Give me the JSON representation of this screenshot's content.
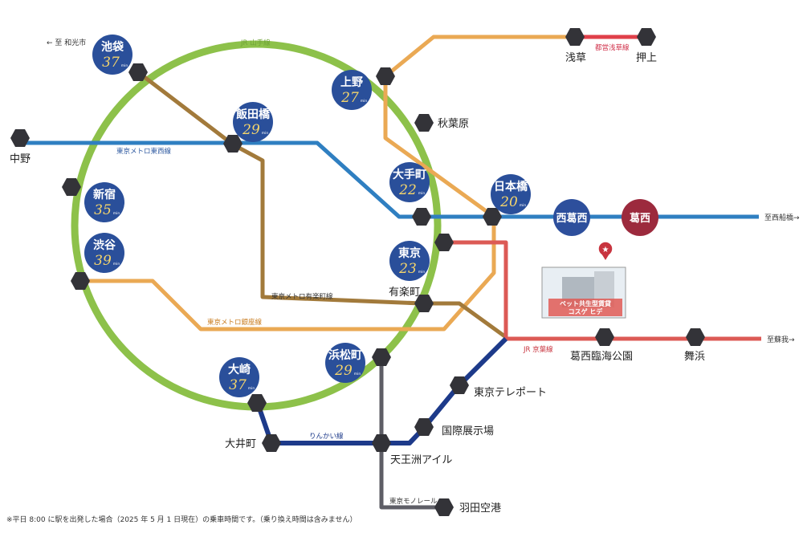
{
  "lines": {
    "yamanote": {
      "label": "JR 山手線",
      "color": "#8dc14a"
    },
    "tozai": {
      "label": "東京メトロ東西線",
      "color": "#2f7fc1"
    },
    "yurakucho": {
      "label": "東京メトロ有楽町線",
      "color": "#a27a3b"
    },
    "ginza": {
      "label": "東京メトロ銀座線",
      "color": "#eaa954"
    },
    "asakusa": {
      "label": "都営浅草線",
      "color": "#e0404a"
    },
    "keiyo": {
      "label": "JR 京葉線",
      "color": "#dc5a55"
    },
    "rinkai": {
      "label": "りんかい線",
      "color": "#1d3a8a"
    },
    "monorail": {
      "label": "東京モノレール",
      "color": "#5e5e66"
    }
  },
  "directions": {
    "wakoshi": "← 至 和光市",
    "nishifunabashi": "至西船橋→",
    "soga": "至蘇我→"
  },
  "badges": [
    {
      "name": "池袋",
      "minutes": "37",
      "unit": "min"
    },
    {
      "name": "上野",
      "minutes": "27",
      "unit": "min"
    },
    {
      "name": "飯田橋",
      "minutes": "29",
      "unit": "min"
    },
    {
      "name": "新宿",
      "minutes": "35",
      "unit": "min"
    },
    {
      "name": "渋谷",
      "minutes": "39",
      "unit": "min"
    },
    {
      "name": "大手町",
      "minutes": "22",
      "unit": "min"
    },
    {
      "name": "日本橋",
      "minutes": "20",
      "unit": "min"
    },
    {
      "name": "東京",
      "minutes": "23",
      "unit": "min"
    },
    {
      "name": "浜松町",
      "minutes": "29",
      "unit": "min"
    },
    {
      "name": "大崎",
      "minutes": "37",
      "unit": "min"
    }
  ],
  "stations": {
    "asakusa": "浅草",
    "oshiage": "押上",
    "akihabara": "秋葉原",
    "nakano": "中野",
    "yurakucho": "有楽町",
    "kasai_rinkai": "葛西臨海公園",
    "maihama": "舞浜",
    "teleport": "東京テレポート",
    "kokusai": "国際展示場",
    "oimachi": "大井町",
    "tennozu": "天王洲アイル",
    "haneda": "羽田空港",
    "nishikasai": "西葛西",
    "kasai": "葛西"
  },
  "property": {
    "label_line1": "ペット共生型賃貸",
    "label_line2": "コスゲ ヒデ"
  },
  "footnote": "※平日 8:00 に駅を出発した場合（2025 年 5 月 1 日現在）の乗車時間です。（乗り換え時間は含みません）"
}
